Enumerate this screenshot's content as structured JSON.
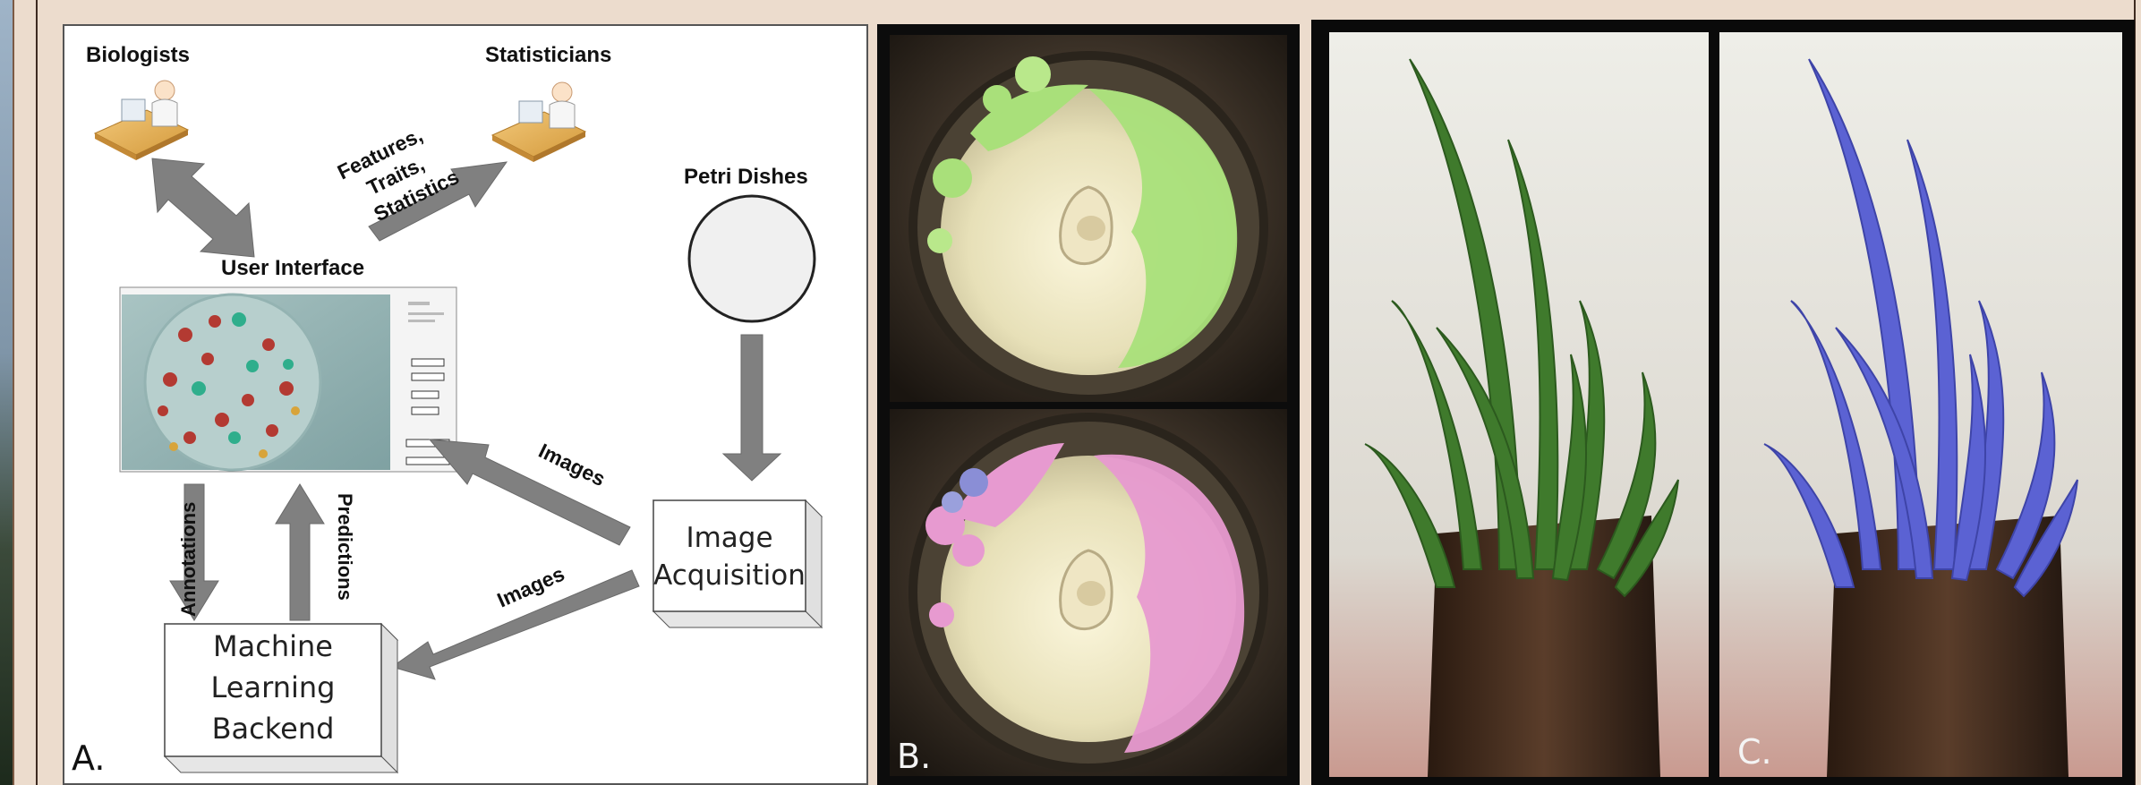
{
  "panel_a": {
    "corner_label": "A.",
    "nodes": {
      "biologists": "Biologists",
      "statisticians": "Statisticians",
      "user_interface": "User Interface",
      "petri_dishes": "Petri Dishes",
      "image_acquisition_line1": "Image",
      "image_acquisition_line2": "Acquisition",
      "ml_line1": "Machine",
      "ml_line2": "Learning",
      "ml_line3": "Backend"
    },
    "edges": {
      "features_line1": "Features,",
      "features_line2": "Traits,",
      "features_line3": "Statistics",
      "images_to_ui": "Images",
      "images_to_ml": "Images",
      "annotations": "Annotations",
      "predictions": "Predictions"
    }
  },
  "panel_b": {
    "corner_label": "B."
  },
  "panel_c": {
    "corner_label": "C."
  },
  "colors": {
    "background": "#e9d7c6",
    "arrow": "#808080",
    "tissue_green": "#a9e07a",
    "tissue_pink": "#e79ad0",
    "stem_green": "#3f7a2c",
    "stem_blue": "#5b62d3"
  }
}
